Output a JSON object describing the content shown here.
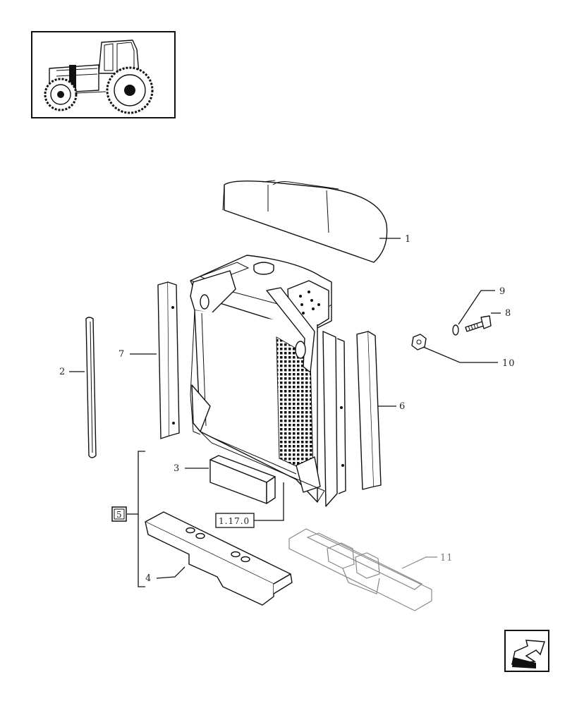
{
  "labels": {
    "p1": "1",
    "p2": "2",
    "p3": "3",
    "p4": "4",
    "p5": "5",
    "p6": "6",
    "p7": "7",
    "p8": "8",
    "p9": "9",
    "p10": "10",
    "p11": "11",
    "ref": "1.17.0"
  },
  "icons": {
    "thumbnail": "tractor-thumbnail-icon",
    "nav": "next-page-arrow-icon"
  }
}
